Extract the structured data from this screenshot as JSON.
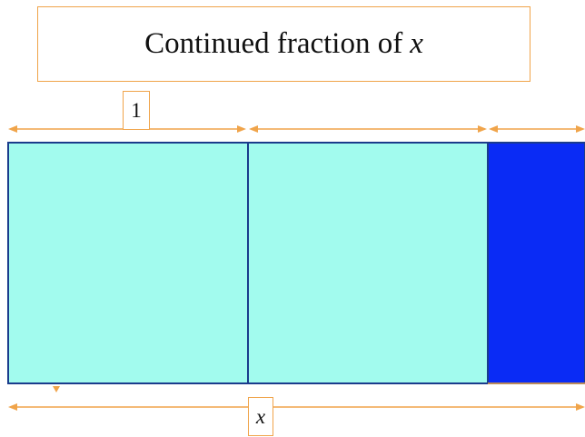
{
  "title": {
    "text": "Continued fraction of",
    "variable": "x"
  },
  "labels": {
    "unit": "1",
    "width": "x"
  },
  "colors": {
    "accent": "#f0a44a",
    "light_square": "#a2fbee",
    "dark_rect": "#0a2bf5",
    "border": "#1a3c8c"
  }
}
